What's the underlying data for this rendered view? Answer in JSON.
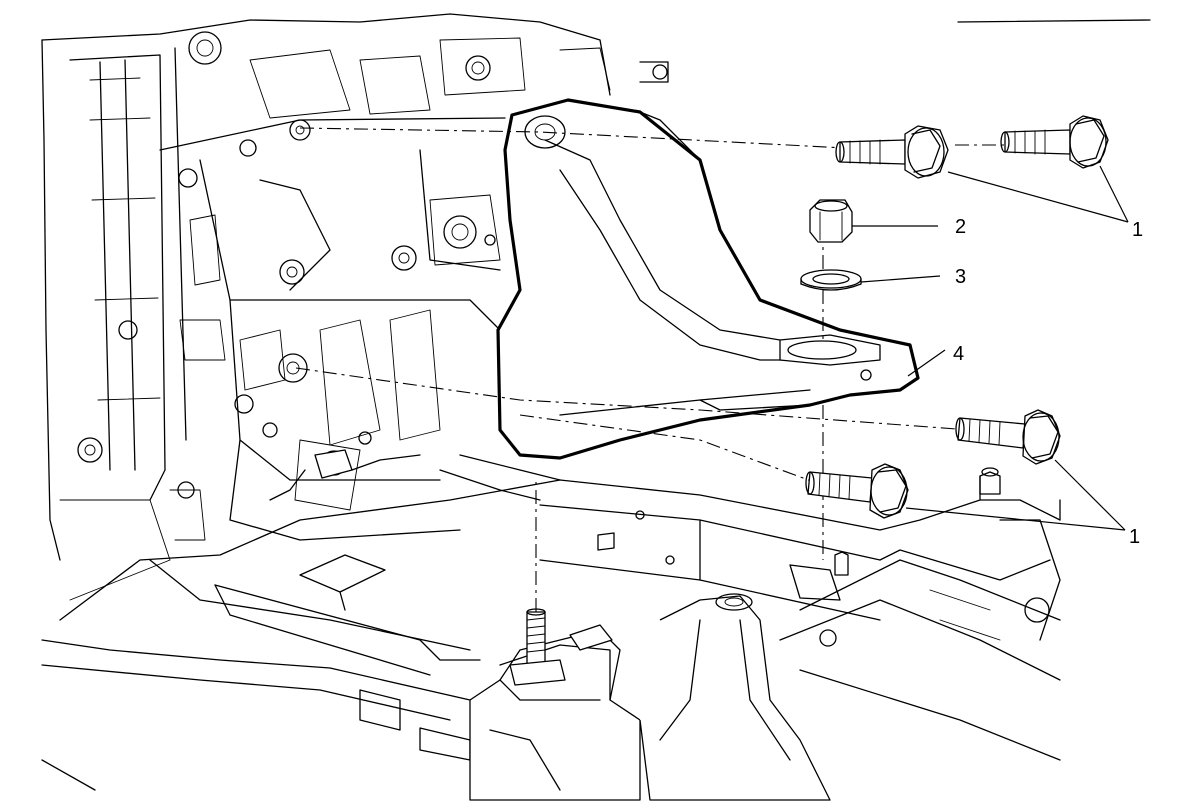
{
  "callouts": {
    "bolt_upper": "1",
    "nut": "2",
    "washer": "3",
    "bracket": "4",
    "bolt_lower": "1"
  }
}
